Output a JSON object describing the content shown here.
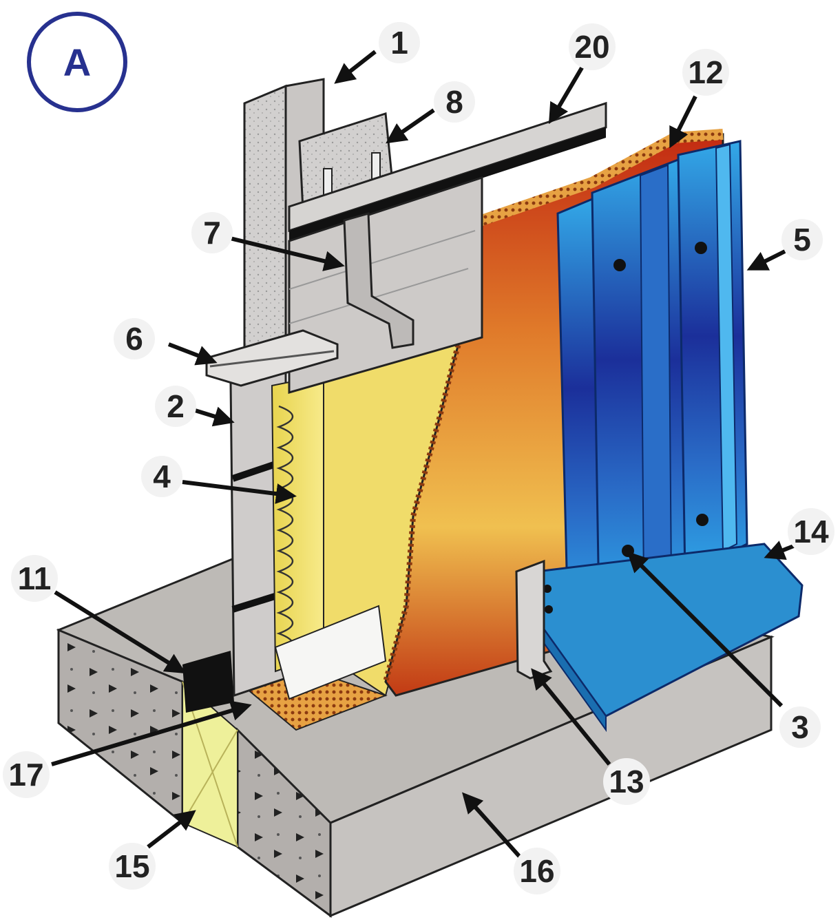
{
  "badge": {
    "label": "A",
    "color": "#27318f"
  },
  "callouts": [
    {
      "id": "c1",
      "label": "1"
    },
    {
      "id": "c20",
      "label": "20"
    },
    {
      "id": "c8",
      "label": "8"
    },
    {
      "id": "c12",
      "label": "12"
    },
    {
      "id": "c7",
      "label": "7"
    },
    {
      "id": "c5",
      "label": "5"
    },
    {
      "id": "c6",
      "label": "6"
    },
    {
      "id": "c2",
      "label": "2"
    },
    {
      "id": "c4",
      "label": "4"
    },
    {
      "id": "c14",
      "label": "14"
    },
    {
      "id": "c11",
      "label": "11"
    },
    {
      "id": "c3",
      "label": "3"
    },
    {
      "id": "c17",
      "label": "17"
    },
    {
      "id": "c13",
      "label": "13"
    },
    {
      "id": "c15",
      "label": "15"
    },
    {
      "id": "c16",
      "label": "16"
    }
  ],
  "colors": {
    "concrete": "#bdbab6",
    "insulation": "#f2e27a",
    "fire_board": "#d9852e",
    "steel_stud": "#2b8fd0",
    "cladding": "#cfcccb",
    "outline": "#111111"
  }
}
